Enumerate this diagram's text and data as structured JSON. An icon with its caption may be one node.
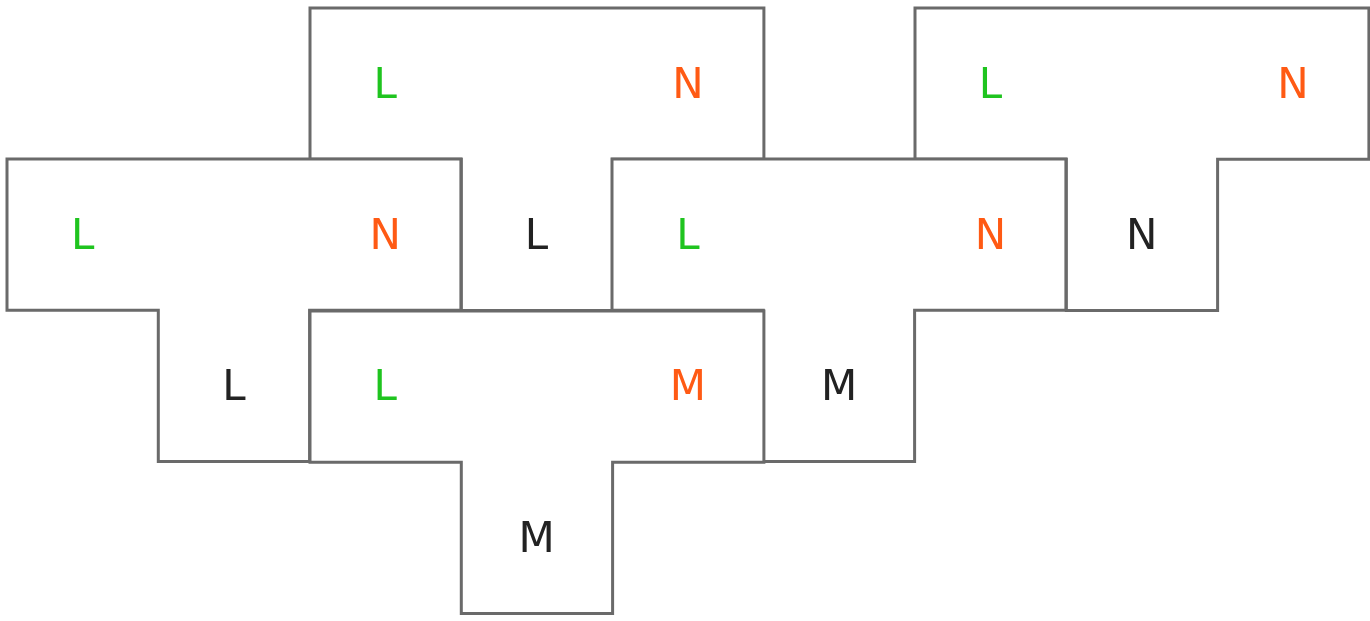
{
  "diagram": {
    "nodes": [
      {
        "text": [
          "L",
          "N",
          "L"
        ]
      },
      {
        "text": [
          "L",
          "N",
          "N"
        ]
      },
      {
        "text": [
          "L",
          "N",
          "L"
        ]
      },
      {
        "text": [
          "L",
          "N",
          "M"
        ]
      },
      {
        "text": [
          "L",
          "M",
          "M"
        ]
      }
    ]
  }
}
